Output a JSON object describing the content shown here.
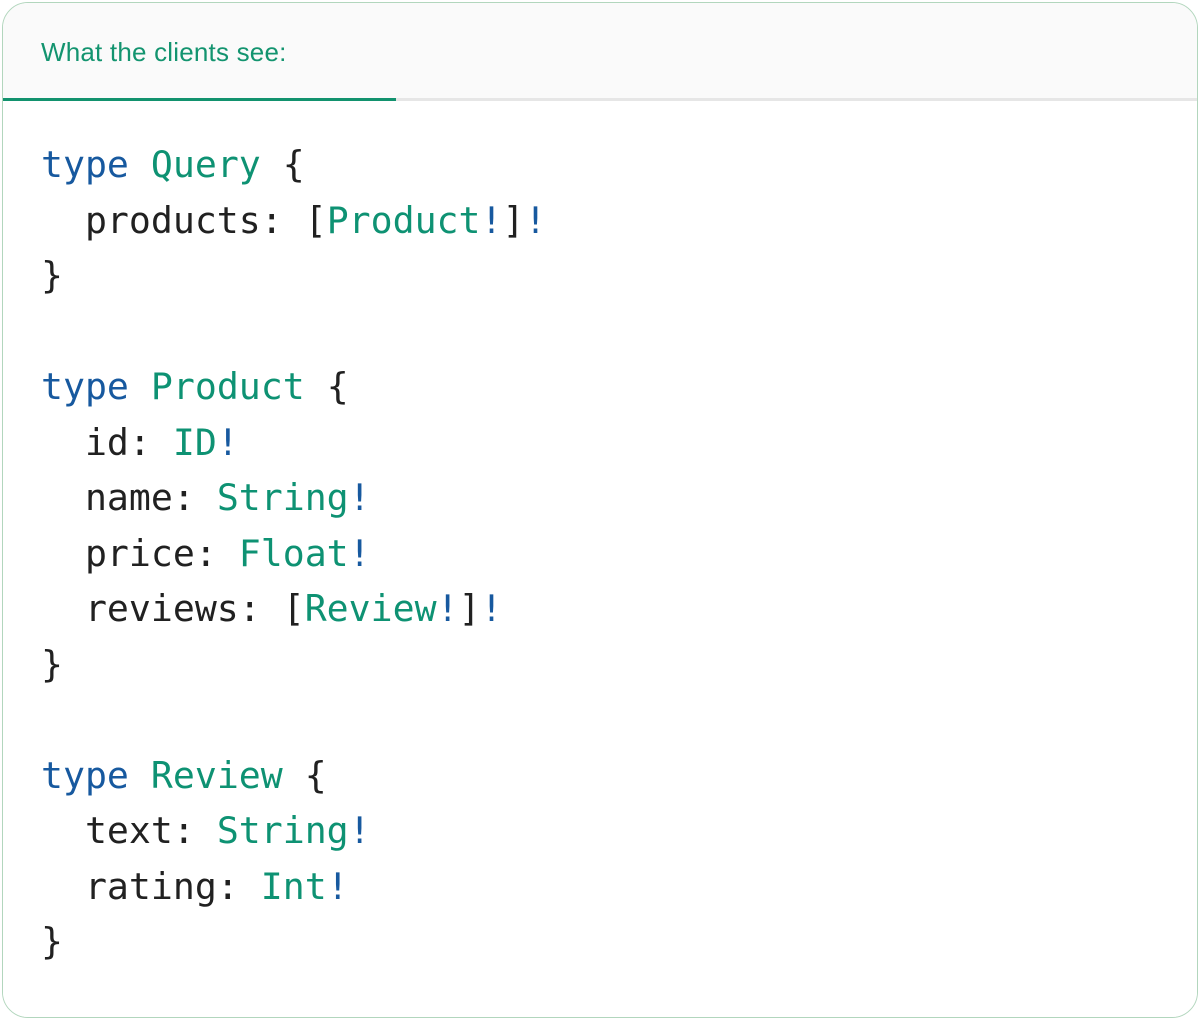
{
  "card": {
    "border_color": "#b2d6bd",
    "background": "#ffffff"
  },
  "header": {
    "tab_label": "What the clients see:",
    "label_color": "#13946f",
    "background": "#fafafa",
    "active_tab_underline_color": "#12926e",
    "divider_color": "#e6e6e6"
  },
  "code": {
    "language": "graphql",
    "token_colors": {
      "keyword": "#17599f",
      "typename": "#0e9273",
      "plain": "#212121",
      "bang": "#17599f"
    },
    "lines": [
      [
        {
          "t": "type",
          "c": "keyword"
        },
        {
          "t": " ",
          "c": "plain"
        },
        {
          "t": "Query",
          "c": "typename"
        },
        {
          "t": " {",
          "c": "plain"
        }
      ],
      [
        {
          "t": "  products: [",
          "c": "plain"
        },
        {
          "t": "Product",
          "c": "typename"
        },
        {
          "t": "!",
          "c": "bang"
        },
        {
          "t": "]",
          "c": "plain"
        },
        {
          "t": "!",
          "c": "bang"
        }
      ],
      [
        {
          "t": "}",
          "c": "plain"
        }
      ],
      [],
      [
        {
          "t": "type",
          "c": "keyword"
        },
        {
          "t": " ",
          "c": "plain"
        },
        {
          "t": "Product",
          "c": "typename"
        },
        {
          "t": " {",
          "c": "plain"
        }
      ],
      [
        {
          "t": "  id: ",
          "c": "plain"
        },
        {
          "t": "ID",
          "c": "typename"
        },
        {
          "t": "!",
          "c": "bang"
        }
      ],
      [
        {
          "t": "  name: ",
          "c": "plain"
        },
        {
          "t": "String",
          "c": "typename"
        },
        {
          "t": "!",
          "c": "bang"
        }
      ],
      [
        {
          "t": "  price: ",
          "c": "plain"
        },
        {
          "t": "Float",
          "c": "typename"
        },
        {
          "t": "!",
          "c": "bang"
        }
      ],
      [
        {
          "t": "  reviews: [",
          "c": "plain"
        },
        {
          "t": "Review",
          "c": "typename"
        },
        {
          "t": "!",
          "c": "bang"
        },
        {
          "t": "]",
          "c": "plain"
        },
        {
          "t": "!",
          "c": "bang"
        }
      ],
      [
        {
          "t": "}",
          "c": "plain"
        }
      ],
      [],
      [
        {
          "t": "type",
          "c": "keyword"
        },
        {
          "t": " ",
          "c": "plain"
        },
        {
          "t": "Review",
          "c": "typename"
        },
        {
          "t": " {",
          "c": "plain"
        }
      ],
      [
        {
          "t": "  text: ",
          "c": "plain"
        },
        {
          "t": "String",
          "c": "typename"
        },
        {
          "t": "!",
          "c": "bang"
        }
      ],
      [
        {
          "t": "  rating: ",
          "c": "plain"
        },
        {
          "t": "Int",
          "c": "typename"
        },
        {
          "t": "!",
          "c": "bang"
        }
      ],
      [
        {
          "t": "}",
          "c": "plain"
        }
      ]
    ],
    "full_text": "type Query {\n  products: [Product!]!\n}\n\ntype Product {\n  id: ID!\n  name: String!\n  price: Float!\n  reviews: [Review!]!\n}\n\ntype Review {\n  text: String!\n  rating: Int!\n}"
  }
}
